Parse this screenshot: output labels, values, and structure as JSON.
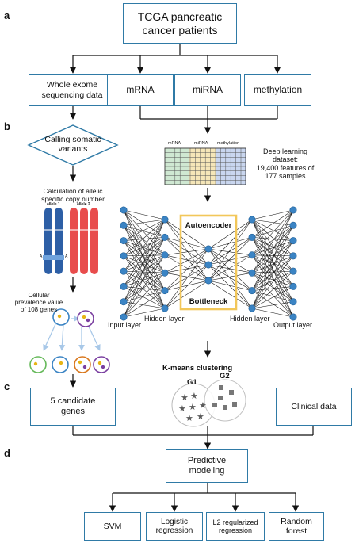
{
  "panels": {
    "a": "a",
    "b": "b",
    "c": "c",
    "d": "d"
  },
  "top": "TCGA pancreatic\ncancer patients",
  "data_types": [
    "Whole exome\nsequencing data",
    "mRNA",
    "miRNA",
    "methylation"
  ],
  "somatic": {
    "calling": "Calling somatic\nvariants",
    "copy_number": "Calculation of allelic\nspecific copy number",
    "allele1": "allele  1",
    "allele2": "allele  2",
    "marker": "A",
    "prevalence": "Cellular\nprevalence value\nof 108 genes"
  },
  "dataset": {
    "headers": [
      "mRNA",
      "miRNA",
      "methylation"
    ],
    "description": "Deep learning\ndataset:\n19,400 features of\n177 samples"
  },
  "network": {
    "autoencoder": "Autoencoder",
    "bottleneck": "Bottleneck",
    "input_layer": "Input layer",
    "hidden_left": "Hidden layer",
    "hidden_right": "Hidden layer",
    "output_layer": "Output layer"
  },
  "clustering": {
    "title": "K-means clustering",
    "g1": "G1",
    "g2": "G2"
  },
  "candidate": "5 candidate\ngenes",
  "clinical": "Clinical data",
  "predictive": "Predictive\nmodeling",
  "models": [
    "SVM",
    "Logistic\nregression",
    "L2 regularized\nregression",
    "Random\nforest"
  ],
  "colors": {
    "box_border": "#2f7aa6",
    "node": "#3b84c4",
    "bottleneck_frame": "#f2c75a",
    "chrom_blue": "#2d5fa6",
    "chrom_red": "#e84c4c",
    "grid_mrna": "#cfe8d2",
    "grid_mirna": "#f5e6b8",
    "grid_methylation": "#c9d6ef"
  }
}
